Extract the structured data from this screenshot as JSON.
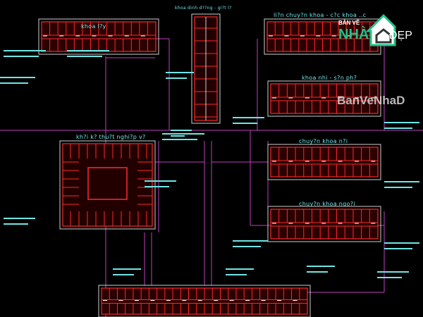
{
  "drawing": {
    "labels": {
      "khoa_lay": "khoa l?y",
      "dinh_duong": "khoa dinh d??ng - gi?t l?",
      "lien_chuyen_khoa": "li?n chuy?n khoa - c?c khoa ..c",
      "khoa_nhi": "khoa nhi - s?n ph?",
      "khoi_ky_thuat": "kh?i k? thu?t nghi?p v?",
      "chuyen_khoa_noi": "chuy?n khoa n?i",
      "chuyen_khoa_ngoai": "chuy?n khoa ngo?i"
    },
    "colors": {
      "background": "#000000",
      "walls": "#ff2a2a",
      "outline": "#d0d0d0",
      "corridor": "#c040c0",
      "text": "#6fe6e6"
    }
  },
  "watermark": {
    "logo_line1": "BẢN VẼ",
    "logo_line2": "NHÀ",
    "logo_line3": "ĐẸP",
    "text": "BanVeNhaD"
  }
}
